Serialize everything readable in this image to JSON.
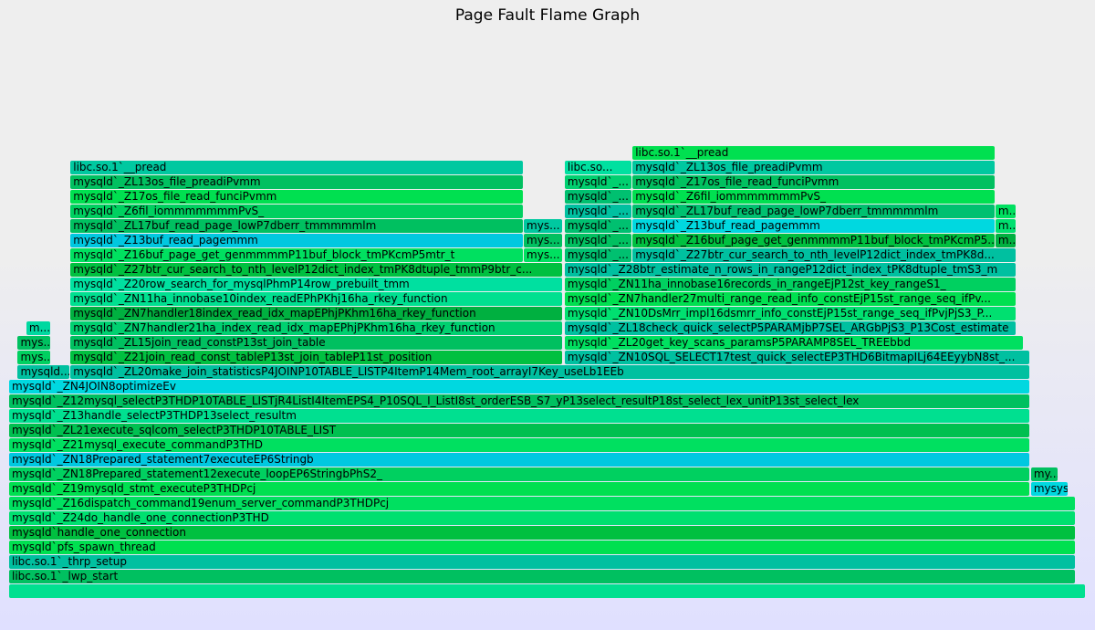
{
  "title": "Page Fault Flame Graph",
  "chart_data": {
    "type": "flame",
    "title": "Page Fault Flame Graph",
    "frames": [
      {
        "name": "",
        "depth": 0,
        "x0": 0.0,
        "x1": 1.0,
        "color": "#00e090"
      },
      {
        "name": "libc.so.1`_lwp_start",
        "depth": 1,
        "x0": 0.0,
        "x1": 0.991,
        "color": "#00c060"
      },
      {
        "name": "libc.so.1`_thrp_setup",
        "depth": 2,
        "x0": 0.0,
        "x1": 0.991,
        "color": "#00c0a0"
      },
      {
        "name": "mysqld`pfs_spawn_thread",
        "depth": 3,
        "x0": 0.0,
        "x1": 0.991,
        "color": "#00e050"
      },
      {
        "name": "mysqld`handle_one_connection",
        "depth": 4,
        "x0": 0.0,
        "x1": 0.991,
        "color": "#00c040"
      },
      {
        "name": "mysqld`_Z24do_handle_one_connectionP3THD",
        "depth": 5,
        "x0": 0.0,
        "x1": 0.991,
        "color": "#00e070"
      },
      {
        "name": "mysqld`_Z16dispatch_command19enum_server_commandP3THDPcj",
        "depth": 6,
        "x0": 0.0,
        "x1": 0.991,
        "color": "#00e060"
      },
      {
        "name": "mysqld`_Z19mysqld_stmt_executeP3THDPcj",
        "depth": 7,
        "x0": 0.0,
        "x1": 0.948,
        "color": "#00e050"
      },
      {
        "name": "mysys...",
        "depth": 7,
        "x0": 0.949,
        "x1": 0.984,
        "color": "#00d8e0"
      },
      {
        "name": "mysqld`_ZN18Prepared_statement12execute_loopEP6StringbPhS2_",
        "depth": 8,
        "x0": 0.0,
        "x1": 0.948,
        "color": "#00d060"
      },
      {
        "name": "my...",
        "depth": 8,
        "x0": 0.949,
        "x1": 0.975,
        "color": "#00c060"
      },
      {
        "name": "mysqld`_ZN18Prepared_statement7executeEP6Stringb",
        "depth": 9,
        "x0": 0.0,
        "x1": 0.948,
        "color": "#00c8e0"
      },
      {
        "name": "mysqld`_Z21mysql_execute_commandP3THD",
        "depth": 10,
        "x0": 0.0,
        "x1": 0.948,
        "color": "#00e060"
      },
      {
        "name": "mysqld`_ZL21execute_sqlcom_selectP3THDP10TABLE_LIST",
        "depth": 11,
        "x0": 0.0,
        "x1": 0.948,
        "color": "#00c050"
      },
      {
        "name": "mysqld`_Z13handle_selectP3THDP13select_resultm",
        "depth": 12,
        "x0": 0.0,
        "x1": 0.948,
        "color": "#00e090"
      },
      {
        "name": "mysqld`_Z12mysql_selectP3THDP10TABLE_LISTjR4ListI4ItemEPS4_P10SQL_I_ListI8st_orderESB_S7_yP13select_resultP18st_select_lex_unitP13st_select_lex",
        "depth": 13,
        "x0": 0.0,
        "x1": 0.948,
        "color": "#00c060"
      },
      {
        "name": "mysqld`_ZN4JOIN8optimizeEv",
        "depth": 14,
        "x0": 0.0,
        "x1": 0.948,
        "color": "#00d8e0"
      },
      {
        "name": "mysqld...",
        "depth": 15,
        "x0": 0.008,
        "x1": 0.057,
        "color": "#00c0a0"
      },
      {
        "name": "mysqld`_ZL20make_join_statisticsP4JOINP10TABLE_LISTP4ItemP14Mem_root_arrayI7Key_useLb1EEb",
        "depth": 15,
        "x0": 0.057,
        "x1": 0.948,
        "color": "#00c0a0"
      },
      {
        "name": "mys...",
        "depth": 16,
        "x0": 0.008,
        "x1": 0.039,
        "color": "#00d060"
      },
      {
        "name": "mysqld`_Z21join_read_const_tableP13st_join_tableP11st_position",
        "depth": 16,
        "x0": 0.057,
        "x1": 0.514,
        "color": "#00c040"
      },
      {
        "name": "mysqld`_ZN10SQL_SELECT17test_quick_selectEP3THD6BitmapILj64EEyybN8st_...",
        "depth": 16,
        "x0": 0.516,
        "x1": 0.948,
        "color": "#00c0a0"
      },
      {
        "name": "mys...",
        "depth": 17,
        "x0": 0.008,
        "x1": 0.039,
        "color": "#00c060"
      },
      {
        "name": "mysqld`_ZL15join_read_constP13st_join_table",
        "depth": 17,
        "x0": 0.057,
        "x1": 0.514,
        "color": "#00c060"
      },
      {
        "name": "mysqld`_ZL20get_key_scans_paramsP5PARAMP8SEL_TREEbbd",
        "depth": 17,
        "x0": 0.516,
        "x1": 0.942,
        "color": "#00e060"
      },
      {
        "name": "m...",
        "depth": 18,
        "x0": 0.016,
        "x1": 0.039,
        "color": "#00d8a0"
      },
      {
        "name": "mysqld`_ZN7handler21ha_index_read_idx_mapEPhjPKhm16ha_rkey_function",
        "depth": 18,
        "x0": 0.057,
        "x1": 0.514,
        "color": "#00d070"
      },
      {
        "name": "mysqld`_ZL18check_quick_selectP5PARAMjbP7SEL_ARGbPjS3_P13Cost_estimate",
        "depth": 18,
        "x0": 0.516,
        "x1": 0.936,
        "color": "#00c0a0"
      },
      {
        "name": "mysqld`_ZN7handler18index_read_idx_mapEPhjPKhm16ha_rkey_function",
        "depth": 19,
        "x0": 0.057,
        "x1": 0.514,
        "color": "#00b040"
      },
      {
        "name": "mysqld`_ZN10DsMrr_impl16dsmrr_info_constEjP15st_range_seq_ifPvjPjS3_P...",
        "depth": 19,
        "x0": 0.516,
        "x1": 0.936,
        "color": "#00e070"
      },
      {
        "name": "mysqld`_ZN11ha_innobase10index_readEPhPKhj16ha_rkey_function",
        "depth": 20,
        "x0": 0.057,
        "x1": 0.514,
        "color": "#00e090"
      },
      {
        "name": "mysqld`_ZN7handler27multi_range_read_info_constEjP15st_range_seq_ifPv...",
        "depth": 20,
        "x0": 0.516,
        "x1": 0.936,
        "color": "#00e050"
      },
      {
        "name": "mysqld`_Z20row_search_for_mysqlPhmP14row_prebuilt_tmm",
        "depth": 21,
        "x0": 0.057,
        "x1": 0.514,
        "color": "#00e0a0"
      },
      {
        "name": "mysqld`_ZN11ha_innobase16records_in_rangeEjP12st_key_rangeS1_",
        "depth": 21,
        "x0": 0.516,
        "x1": 0.936,
        "color": "#00d060"
      },
      {
        "name": "mysqld`_Z27btr_cur_search_to_nth_levelP12dict_index_tmPK8dtuple_tmmP9btr_c...",
        "depth": 22,
        "x0": 0.057,
        "x1": 0.514,
        "color": "#00c040"
      },
      {
        "name": "mysqld`_Z28btr_estimate_n_rows_in_rangeP12dict_index_tPK8dtuple_tmS3_m",
        "depth": 22,
        "x0": 0.516,
        "x1": 0.936,
        "color": "#00c0a0"
      },
      {
        "name": "mysqld`_Z16buf_page_get_genmmmmP11buf_block_tmPKcmP5mtr_t",
        "depth": 23,
        "x0": 0.057,
        "x1": 0.478,
        "color": "#00e060"
      },
      {
        "name": "mys...",
        "depth": 23,
        "x0": 0.478,
        "x1": 0.514,
        "color": "#00e060"
      },
      {
        "name": "mysqld`_...",
        "depth": 23,
        "x0": 0.516,
        "x1": 0.579,
        "color": "#00c070"
      },
      {
        "name": "mysqld`_Z27btr_cur_search_to_nth_levelP12dict_index_tmPK8d...",
        "depth": 23,
        "x0": 0.579,
        "x1": 0.936,
        "color": "#00c0a0"
      },
      {
        "name": "mysqld`_Z13buf_read_pagemmm",
        "depth": 24,
        "x0": 0.057,
        "x1": 0.478,
        "color": "#00c8e0"
      },
      {
        "name": "mys...",
        "depth": 24,
        "x0": 0.478,
        "x1": 0.514,
        "color": "#00c060"
      },
      {
        "name": "mysqld`_...",
        "depth": 24,
        "x0": 0.516,
        "x1": 0.579,
        "color": "#00c060"
      },
      {
        "name": "mysqld`_Z16buf_page_get_genmmmmP11buf_block_tmPKcmP5...",
        "depth": 24,
        "x0": 0.579,
        "x1": 0.916,
        "color": "#00c040"
      },
      {
        "name": "m...",
        "depth": 24,
        "x0": 0.916,
        "x1": 0.936,
        "color": "#00b040"
      },
      {
        "name": "mysqld`_ZL17buf_read_page_lowP7dberr_tmmmmmlm",
        "depth": 25,
        "x0": 0.057,
        "x1": 0.478,
        "color": "#00c060"
      },
      {
        "name": "mys...",
        "depth": 25,
        "x0": 0.478,
        "x1": 0.514,
        "color": "#00c8a0"
      },
      {
        "name": "mysqld`_...",
        "depth": 25,
        "x0": 0.516,
        "x1": 0.579,
        "color": "#00c070"
      },
      {
        "name": "mysqld`_Z13buf_read_pagemmm",
        "depth": 25,
        "x0": 0.579,
        "x1": 0.916,
        "color": "#00d8e0"
      },
      {
        "name": "m...",
        "depth": 25,
        "x0": 0.916,
        "x1": 0.936,
        "color": "#00e070"
      },
      {
        "name": "mysqld`_Z6fil_iommmmmmmPvS_",
        "depth": 26,
        "x0": 0.057,
        "x1": 0.478,
        "color": "#00d060"
      },
      {
        "name": "mysqld`_...",
        "depth": 26,
        "x0": 0.516,
        "x1": 0.579,
        "color": "#00c0a0"
      },
      {
        "name": "mysqld`_ZL17buf_read_page_lowP7dberr_tmmmmmlm",
        "depth": 26,
        "x0": 0.579,
        "x1": 0.916,
        "color": "#00c070"
      },
      {
        "name": "m...",
        "depth": 26,
        "x0": 0.916,
        "x1": 0.936,
        "color": "#00e060"
      },
      {
        "name": "mysqld`_Z17os_file_read_funciPvmm",
        "depth": 27,
        "x0": 0.057,
        "x1": 0.478,
        "color": "#00e050"
      },
      {
        "name": "mysqld`_...",
        "depth": 27,
        "x0": 0.516,
        "x1": 0.579,
        "color": "#00c070"
      },
      {
        "name": "mysqld`_Z6fil_iommmmmmmPvS_",
        "depth": 27,
        "x0": 0.579,
        "x1": 0.916,
        "color": "#00e050"
      },
      {
        "name": "mysqld`_ZL13os_file_preadiPvmm",
        "depth": 28,
        "x0": 0.057,
        "x1": 0.478,
        "color": "#00c060"
      },
      {
        "name": "mysqld`_...",
        "depth": 28,
        "x0": 0.516,
        "x1": 0.579,
        "color": "#00d070"
      },
      {
        "name": "mysqld`_Z17os_file_read_funciPvmm",
        "depth": 28,
        "x0": 0.579,
        "x1": 0.916,
        "color": "#00c060"
      },
      {
        "name": "libc.so.1`__pread",
        "depth": 29,
        "x0": 0.057,
        "x1": 0.478,
        "color": "#00c8a0"
      },
      {
        "name": "libc.so...",
        "depth": 29,
        "x0": 0.516,
        "x1": 0.579,
        "color": "#00e0a0"
      },
      {
        "name": "mysqld`_ZL13os_file_preadiPvmm",
        "depth": 29,
        "x0": 0.579,
        "x1": 0.916,
        "color": "#00c8a0"
      },
      {
        "name": "libc.so.1`__pread",
        "depth": 30,
        "x0": 0.579,
        "x1": 0.916,
        "color": "#00e050"
      }
    ]
  }
}
